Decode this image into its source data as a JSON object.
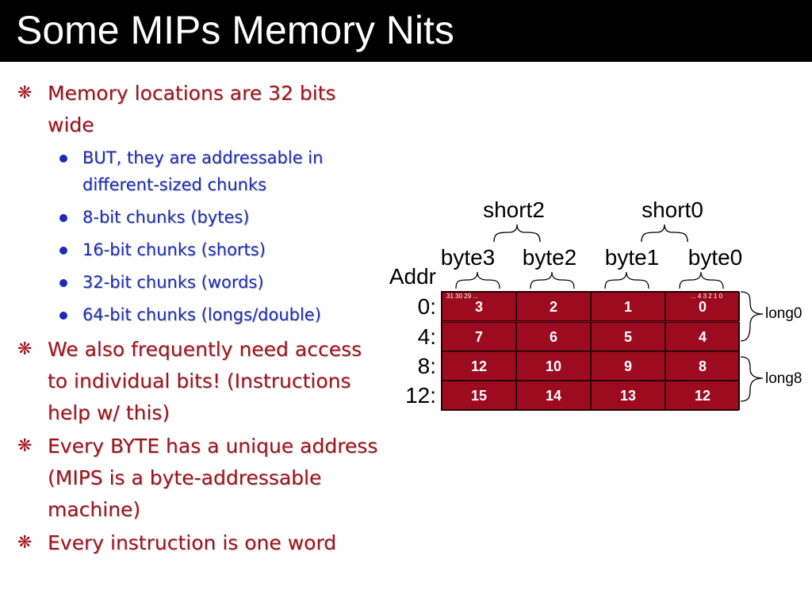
{
  "title": "Some MIPs Memory Nits",
  "bullets": [
    {
      "text": "Memory locations are 32 bits wide"
    },
    {
      "text": "We also frequently need access to individual bits! (Instructions help w/ this)"
    },
    {
      "text": "Every BYTE has a unique address (MIPS is a byte-addressable machine)"
    },
    {
      "text": "Every instruction is one word"
    }
  ],
  "subbullets": [
    "BUT, they are addressable in different-sized chunks",
    "8-bit chunks (bytes)",
    "16-bit chunks (shorts)",
    "32-bit chunks (words)",
    "64-bit chunks (longs/double)"
  ],
  "diagram": {
    "addr_header": "Addr",
    "short_labels": [
      "short2",
      "short0"
    ],
    "byte_labels": [
      "byte3",
      "byte2",
      "byte1",
      "byte0"
    ],
    "rows": [
      {
        "addr": "0:",
        "cells": [
          "3",
          "2",
          "1",
          "0"
        ]
      },
      {
        "addr": "4:",
        "cells": [
          "7",
          "6",
          "5",
          "4"
        ]
      },
      {
        "addr": "8:",
        "cells": [
          "12",
          "10",
          "9",
          "8"
        ]
      },
      {
        "addr": "12:",
        "cells": [
          "15",
          "14",
          "13",
          "12"
        ]
      }
    ],
    "bit_labels": [
      "31 30 29 ...",
      "... 4 3 2 1 0"
    ],
    "long_labels": [
      "long0",
      "long8"
    ],
    "cell_color": "#9c0b20"
  }
}
